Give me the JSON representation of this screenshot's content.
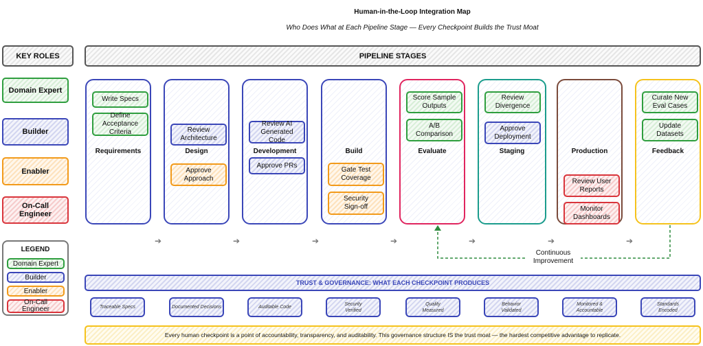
{
  "title": "Human-in-the-Loop Integration Map",
  "subtitle": "Who Does What at Each Pipeline Stage — Every Checkpoint Builds the Trust Moat",
  "key_roles_header": "KEY ROLES",
  "pipeline_header": "PIPELINE STAGES",
  "roles": [
    {
      "label": "Domain Expert",
      "color": "#2e9e3e"
    },
    {
      "label": "Builder",
      "color": "#3a46b8"
    },
    {
      "label": "Enabler",
      "color": "#f29a1a"
    },
    {
      "label": "On-Call Engineer",
      "color": "#d9343b"
    }
  ],
  "stages": [
    {
      "label": "Requirements",
      "color": "#3a46b8",
      "tasks": [
        "Write Specs",
        "Define Acceptance Criteria"
      ]
    },
    {
      "label": "Design",
      "color": "#3a46b8",
      "tasks": [
        "Review Architecture",
        "Approve Approach"
      ]
    },
    {
      "label": "Development",
      "color": "#3a46b8",
      "tasks": [
        "Review AI Generated Code",
        "Approve PRs"
      ]
    },
    {
      "label": "Build",
      "color": "#3a46b8",
      "tasks": [
        "Gate Test Coverage",
        "Security Sign-off"
      ]
    },
    {
      "label": "Evaluate",
      "color": "#e0245e",
      "tasks": [
        "Score Sample Outputs",
        "A/B Comparison"
      ]
    },
    {
      "label": "Staging",
      "color": "#1a9c8c",
      "tasks": [
        "Review Divergence",
        "Approve Deployment"
      ]
    },
    {
      "label": "Production",
      "color": "#7a4a3a",
      "tasks": [
        "Review User Reports",
        "Monitor Dashboards"
      ]
    },
    {
      "label": "Feedback",
      "color": "#f5c21b",
      "tasks": [
        "Curate New Eval Cases",
        "Update Datasets"
      ]
    }
  ],
  "loop_label": "Continuous Improvement",
  "legend": {
    "title": "LEGEND",
    "items": [
      "Domain Expert",
      "Builder",
      "Enabler",
      "On-Call Engineer"
    ]
  },
  "trust_header": "TRUST & GOVERNANCE: WHAT EACH CHECKPOINT PRODUCES",
  "outcomes": [
    "Traceable Specs",
    "Documented Decisions",
    "Auditable Code",
    "Security Verified",
    "Quality Measured",
    "Behavior Validated",
    "Monitored & Accountable",
    "Standards Encoded"
  ],
  "footer": "Every human checkpoint is a point of accountability, transparency, and auditability. This governance structure IS the trust moat — the hardest competitive advantage to replicate."
}
